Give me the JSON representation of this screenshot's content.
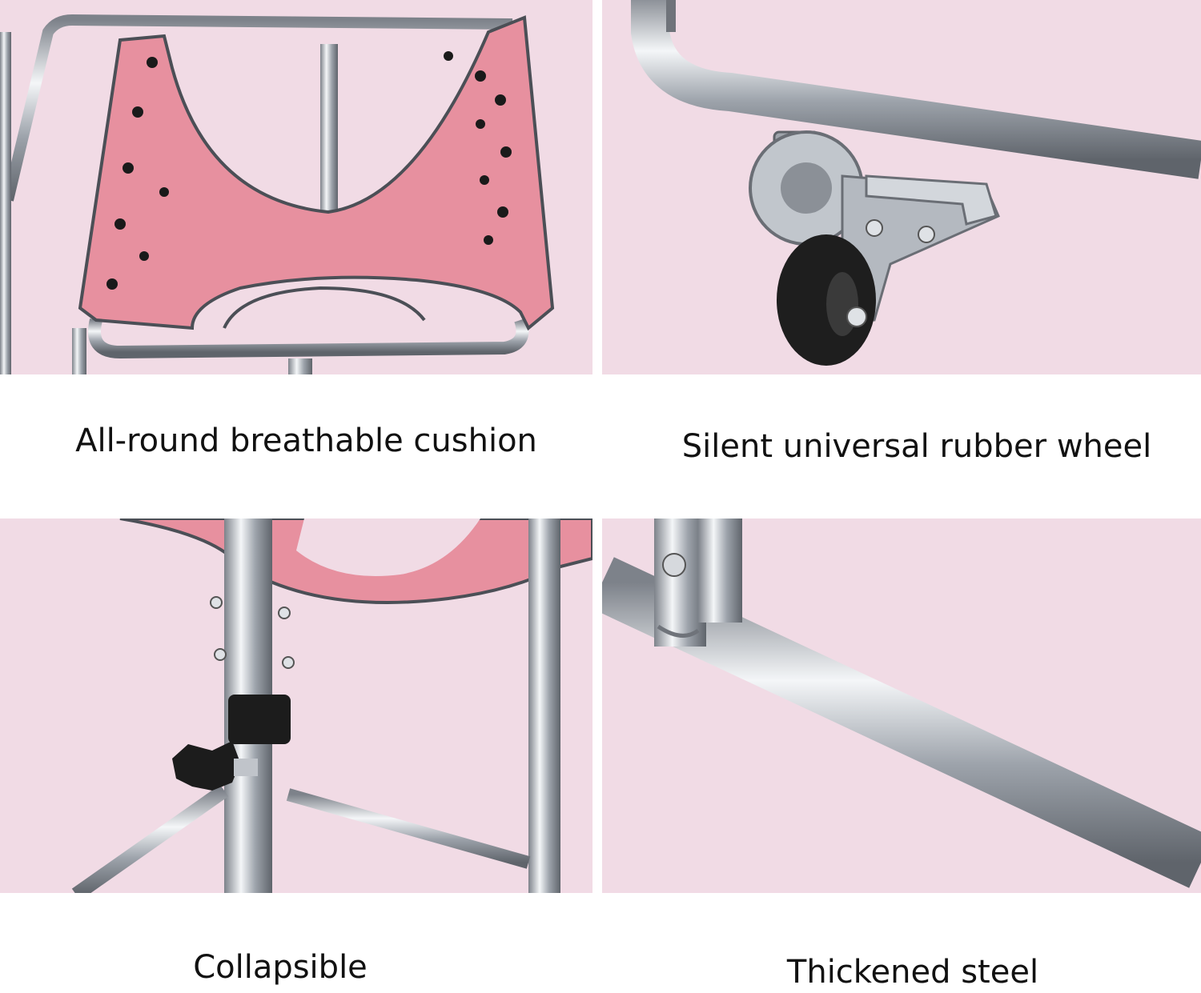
{
  "captions": {
    "cushion": "All-round breathable cushion",
    "wheel": "Silent universal rubber wheel",
    "collapsible": "Collapsible",
    "steel": "Thickened steel"
  },
  "colors": {
    "panel_background": "#f1dbe5",
    "cushion_pink": "#e7909f",
    "chrome": "#b9bec6",
    "rubber": "#1e1e1e"
  }
}
